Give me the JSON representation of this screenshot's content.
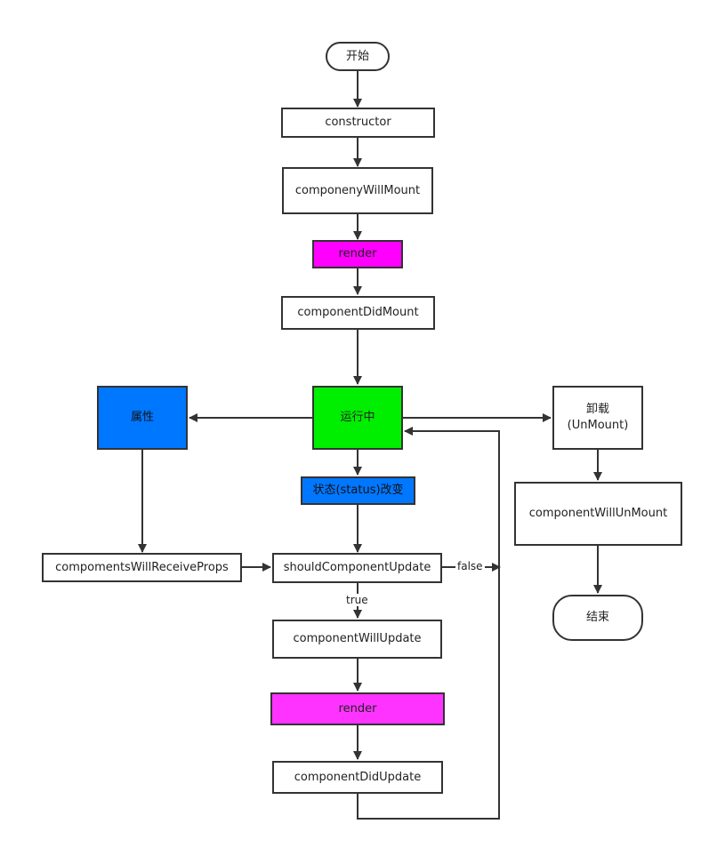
{
  "nodes": {
    "start": "开始",
    "constructor": "constructor",
    "will_mount": "componenyWillMount",
    "render1": "render",
    "did_mount": "componentDidMount",
    "running": "运行中",
    "props": "属性",
    "state_change": "状态(status)改变",
    "receive_props": "compomentsWillReceiveProps",
    "should_update": "shouldComponentUpdate",
    "will_update": "componentWillUpdate",
    "render2": "render",
    "did_update": "componentDidUpdate",
    "unmount": "卸载\n(UnMount)",
    "will_unmount": "componentWillUnMount",
    "end": "结束"
  },
  "edge_labels": {
    "true": "true",
    "false": "false"
  },
  "colors": {
    "render_fill": "#ff33ff",
    "running_fill": "#00ee00",
    "blue_fill": "#0077ff",
    "line": "#333333"
  }
}
